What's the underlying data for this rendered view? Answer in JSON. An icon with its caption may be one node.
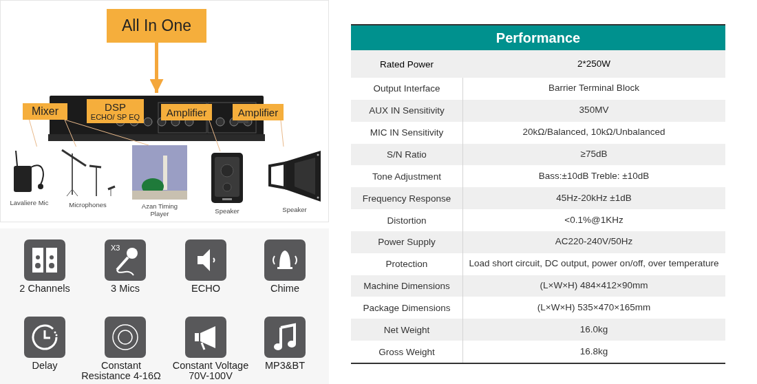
{
  "diagram": {
    "nodes": [
      {
        "text": [
          "All In One"
        ]
      },
      {
        "text": [],
        "shape": "picture"
      },
      {
        "text": [
          "Mixer"
        ]
      },
      {
        "text": [
          "DSP",
          "ECHO/ SP EQ"
        ],
        "in": 1
      },
      {
        "text": [
          "Amplifier"
        ],
        "in": 1
      },
      {
        "text": [
          "Amplifier"
        ]
      },
      {
        "text": [],
        "shape": "picture",
        "beside": [
          "Lavaliere Mic"
        ]
      },
      {
        "text": [],
        "shape": "picture",
        "beside": [
          "Microphones"
        ]
      },
      {
        "text": [],
        "shape": "picture",
        "beside": [
          "Azan Timing Player"
        ]
      },
      {
        "text": [],
        "shape": "picture",
        "beside": [
          "Speaker"
        ]
      },
      {
        "text": [],
        "shape": "picture",
        "beside": [
          "Speaker"
        ]
      }
    ],
    "edges": [
      {
        "from": 0,
        "to": 1,
        "arrow": "to",
        "style": "thick",
        "color": "#f4a73c"
      },
      {
        "from": 2,
        "to": 6,
        "arrow": "none"
      },
      {
        "from": 2,
        "to": 7,
        "arrow": "none"
      },
      {
        "from": 2,
        "to": 8,
        "arrow": "none"
      },
      {
        "from": 4,
        "to": 9,
        "arrow": "none"
      },
      {
        "from": 5,
        "to": 10,
        "arrow": "none"
      }
    ],
    "labels": [
      "2 Channels",
      "X3",
      "3 Mics",
      "ECHO",
      "Chime",
      "Delay",
      "Constant Resistance 4-16Ω",
      "Constant Voltage 70V-100V",
      "MP3&BT",
      "Performance",
      "Rated Power",
      "2*250W",
      "Output Interface",
      "Barrier Terminal Block",
      "AUX IN Sensitivity",
      "350MV",
      "MIC IN Sensitivity",
      "20kΩ/Balanced, 10kΩ/Unbalanced",
      "S/N Ratio",
      "≥75dB",
      "Tone Adjustment",
      "Bass:±10dB Treble: ±10dB",
      "Frequency Response",
      "45Hz-20kHz ±1dB",
      "Distortion",
      "<0.1%@1KHz",
      "Power Supply",
      "AC220-240V/50Hz",
      "Protection",
      "Load short circuit, DC output, power on/off, over temperature",
      "Machine Dimensions",
      "(L×W×H) 484×412×90mm",
      "Package Dimensions",
      "(L×W×H) 535×470×165mm",
      "Net Weight",
      "16.0kg",
      "Gross Weight",
      "16.8kg"
    ]
  }
}
